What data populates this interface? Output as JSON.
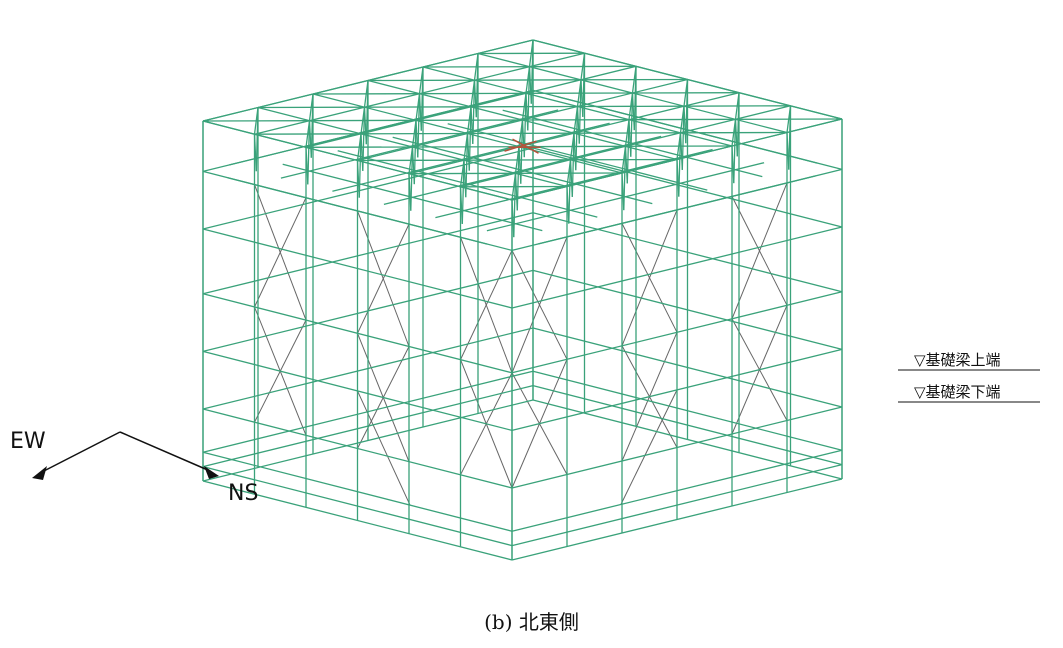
{
  "axes": {
    "ew_label": "EW",
    "ns_label": "NS"
  },
  "levels": [
    {
      "label": "▽基礎梁上端"
    },
    {
      "label": "▽基礎梁下端"
    }
  ],
  "caption": "(b)  北東側",
  "colors": {
    "frame": "#3aa27a",
    "brace": "#666666",
    "highlight": "#b5533b"
  }
}
